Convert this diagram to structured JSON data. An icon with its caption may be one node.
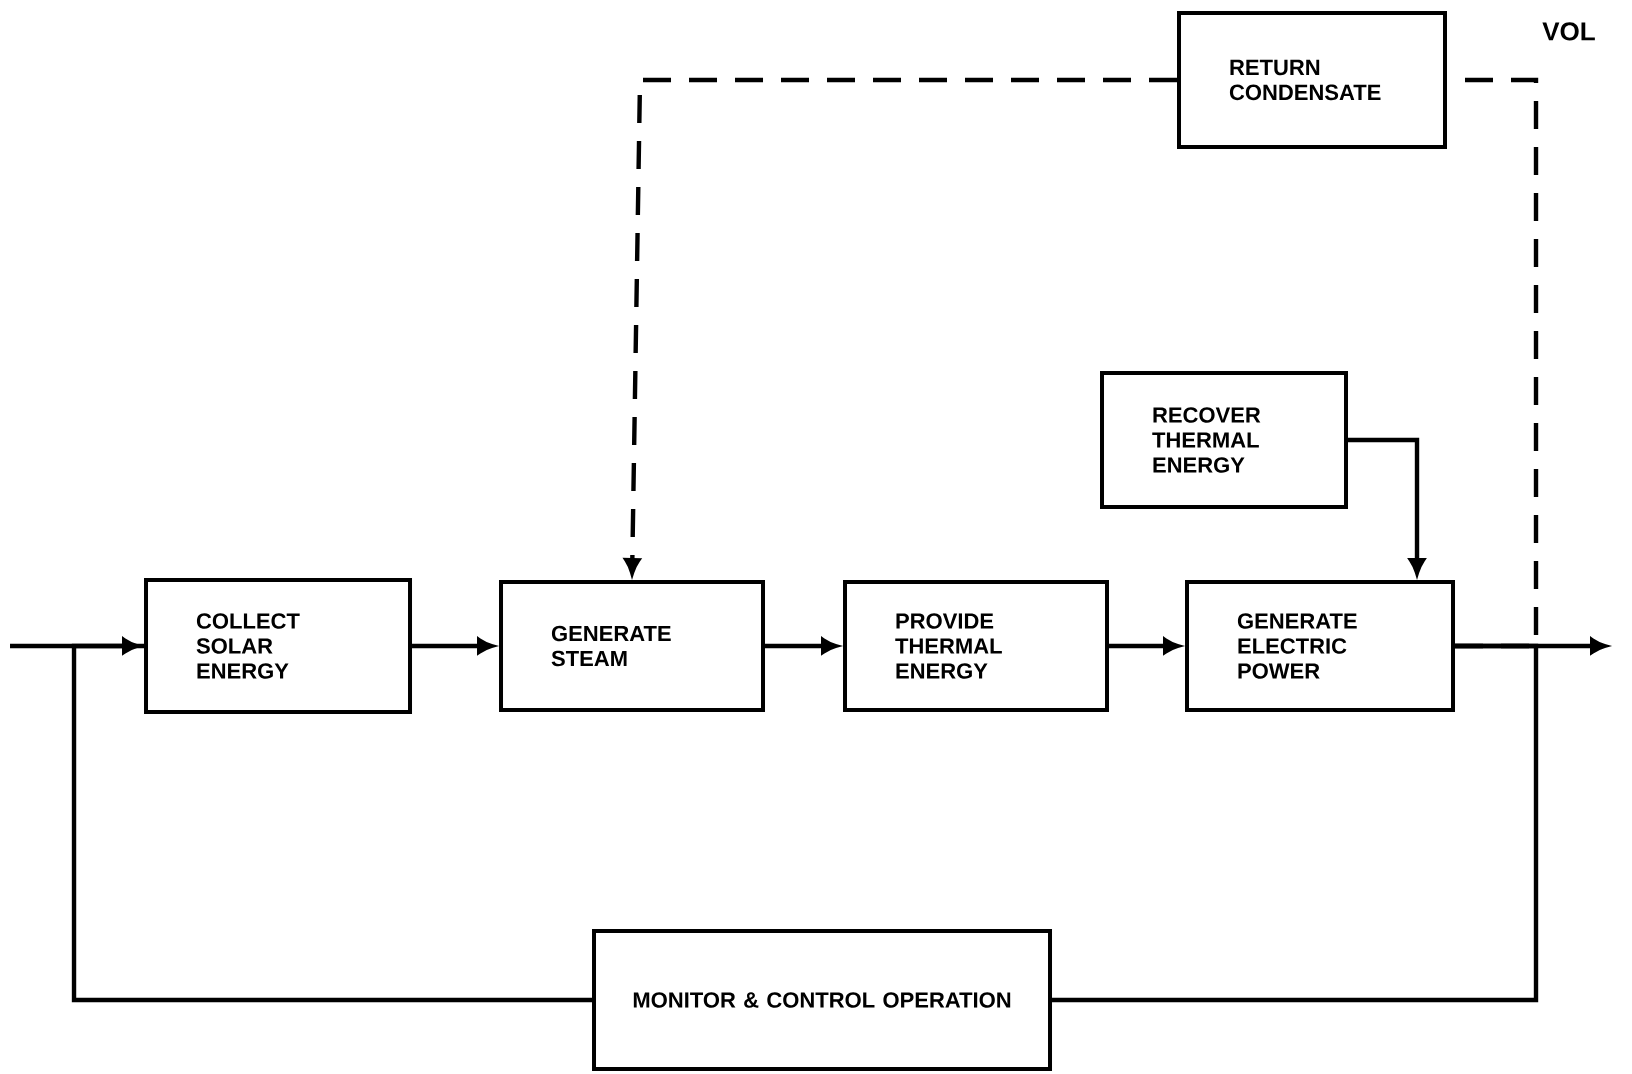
{
  "diagram": {
    "nodes": [
      {
        "text": [
          "RETURN CONDENSATE"
        ]
      },
      {
        "text": [
          "RECOVER THERMAL ENERGY"
        ]
      },
      {
        "text": [
          "COLLECT SOLAR ENERGY"
        ]
      },
      {
        "text": [
          "GENERATE STEAM"
        ]
      },
      {
        "text": [
          "PROVIDE THERMAL ENERGY"
        ]
      },
      {
        "text": [
          "GENERATE ELECTRIC POWER"
        ]
      },
      {
        "text": [
          "MONITOR & CONTROL OPERATION"
        ]
      }
    ],
    "edges": [
      {
        "from": null,
        "to": 2,
        "arrow": "to"
      },
      {
        "from": 2,
        "to": 3,
        "arrow": "to"
      },
      {
        "from": 3,
        "to": 4,
        "arrow": "to"
      },
      {
        "from": 4,
        "to": 5,
        "arrow": "to"
      },
      {
        "from": 1,
        "to": 5,
        "arrow": "to"
      },
      {
        "from": 5,
        "to": null,
        "arrow": "to"
      },
      {
        "from": 5,
        "to": 6,
        "arrow": "none"
      },
      {
        "from": 6,
        "to": 2,
        "arrow": "none"
      },
      {
        "from": 5,
        "to": 0,
        "arrow": "none",
        "style": "dashed"
      },
      {
        "from": 0,
        "to": 3,
        "arrow": "to",
        "style": "dashed"
      }
    ],
    "labels": [
      "VOL"
    ]
  }
}
